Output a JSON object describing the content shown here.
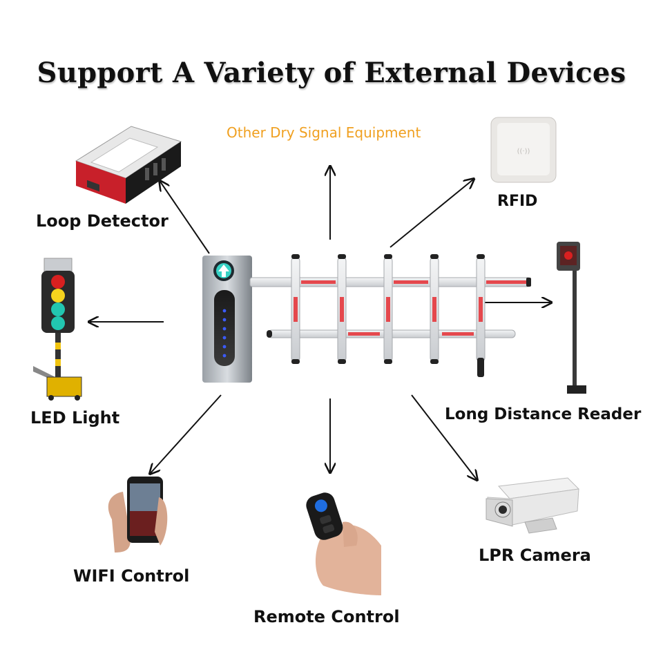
{
  "title": "Support A Variety of External Devices",
  "labels": {
    "other": "Other Dry Signal Equipment",
    "rfid": "RFID",
    "loop": "Loop Detector",
    "led": "LED Light",
    "long_reader": "Long Distance Reader",
    "wifi": "WIFI Control",
    "remote": "Remote Control",
    "lpr": "LPR Camera"
  },
  "colors": {
    "accent_orange": "#f0a020",
    "boom_red": "#e5484d",
    "loop_red": "#c8202a",
    "led_blue": "#3b5bff",
    "arrow": "#111111"
  },
  "icons": {
    "loop": "loop-detector-icon",
    "rfid": "rfid-reader-icon",
    "led": "traffic-light-icon",
    "reader": "long-range-reader-icon",
    "phone": "smartphone-icon",
    "remote": "remote-fob-icon",
    "camera": "lpr-camera-icon",
    "barrier": "barrier-gate-icon"
  }
}
